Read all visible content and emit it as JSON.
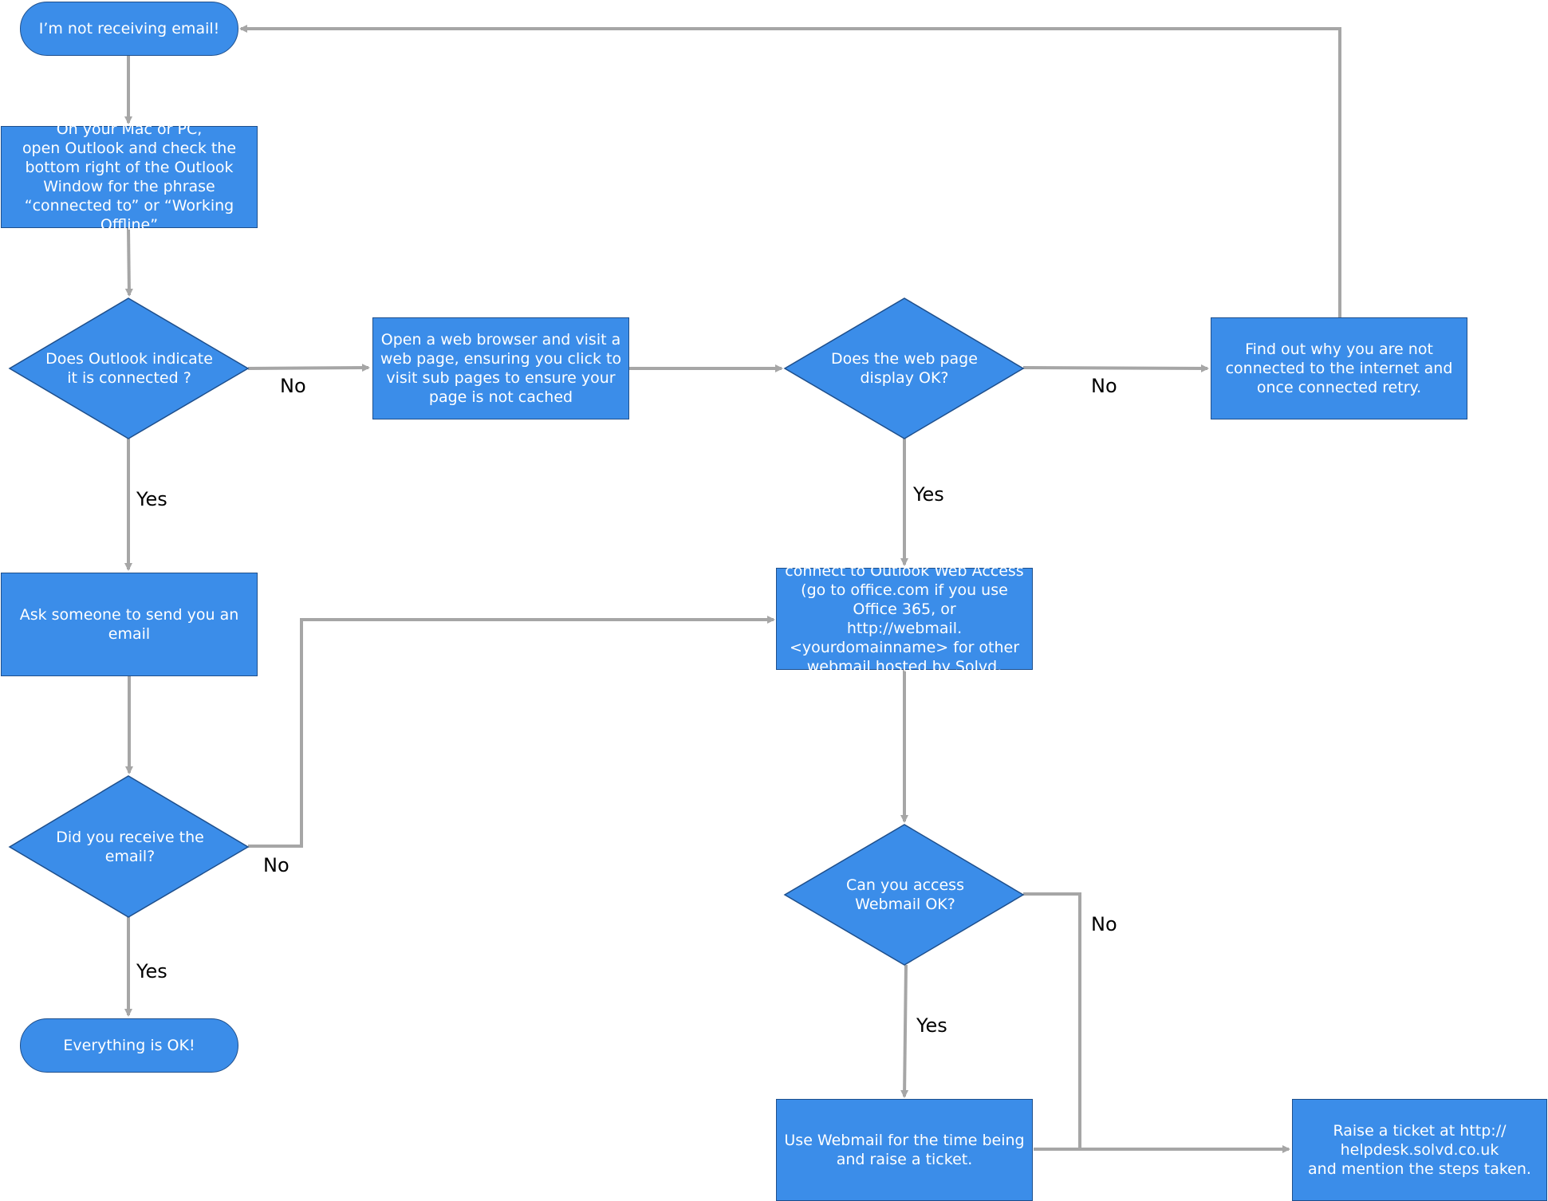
{
  "nodes": {
    "start": "I’m not receiving email!",
    "check_outlook": "On your Mac or PC,\nopen Outlook and check the bottom right of the Outlook Window for the phrase “connected to” or “Working Offline”",
    "q_connected": "Does Outlook indicate it is connected ?",
    "open_browser": "Open a web browser and visit a web page, ensuring you click to visit sub pages to ensure your page is not cached",
    "q_webpage": "Does the web page display OK?",
    "find_out": "Find out why you are not connected to the internet and once connected retry.",
    "ask_someone": "Ask someone to send you an email",
    "owa": "connect to Outlook Web Access (go to office.com if you use Office 365, or\nhttp://webmail.<yourdomainname> for other webmail hosted by Solvd.",
    "q_received": "Did you receive the email?",
    "q_webmail": "Can you access Webmail OK?",
    "everything_ok": "Everything is OK!",
    "use_webmail": "Use Webmail for the time being and raise a ticket.",
    "raise_ticket": "Raise a ticket at http://\nhelpdesk.solvd.co.uk\nand mention the steps taken."
  },
  "labels": {
    "no_connected": "No",
    "yes_connected": "Yes",
    "no_webpage": "No",
    "yes_webpage": "Yes",
    "no_received": "No",
    "yes_received": "Yes",
    "no_webmail": "No",
    "yes_webmail": "Yes"
  },
  "colors": {
    "node_fill": "#3b8de9",
    "node_border": "#1e4f8c",
    "arrow": "#a6a6a6"
  }
}
